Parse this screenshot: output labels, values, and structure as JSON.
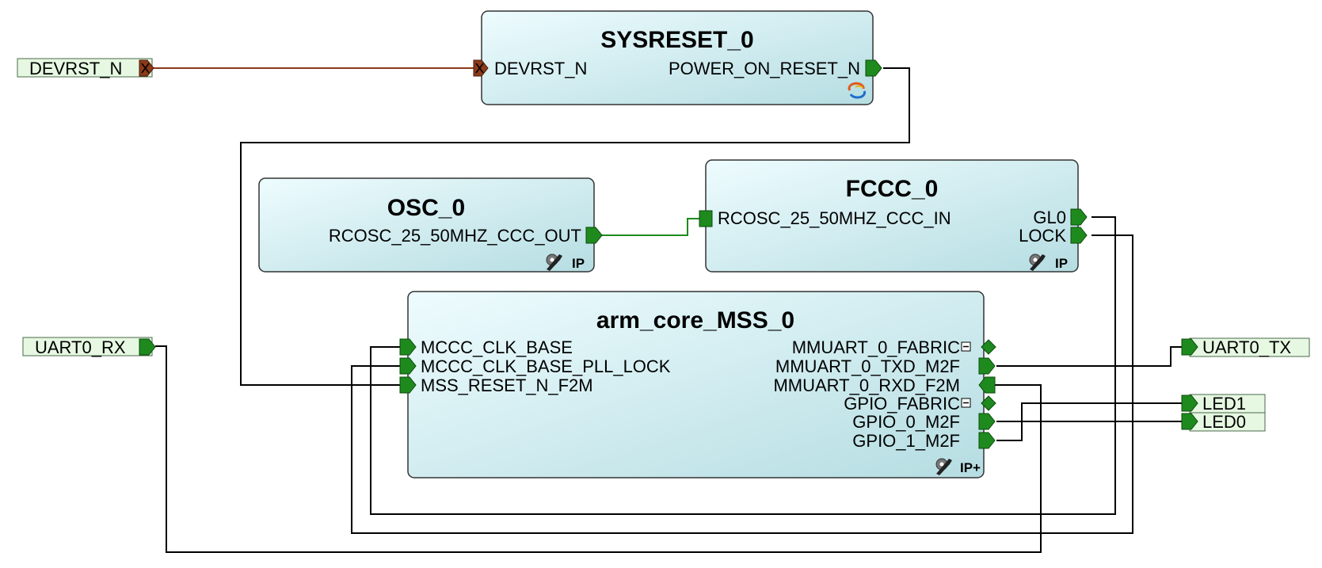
{
  "colors": {
    "block_fill_top": "#ebfbfd",
    "block_fill_bottom": "#b9e0e4",
    "pin_green": "#1e8a1e",
    "reset_pin": "#8b3a1a",
    "reset_wire": "#8b3a1a",
    "wire": "#000000",
    "green_wire": "#1e8a1e",
    "port_fill": "#e6f8e2"
  },
  "ports": {
    "devrst_n": "DEVRST_N",
    "uart0_rx": "UART0_RX",
    "uart0_tx": "UART0_TX",
    "led1": "LED1",
    "led0": "LED0"
  },
  "blocks": {
    "sysreset": {
      "title": "SYSRESET_0",
      "pin_in": "DEVRST_N",
      "pin_out": "POWER_ON_RESET_N",
      "badge_icon": "microsemi-logo-icon"
    },
    "osc": {
      "title": "OSC_0",
      "pin_out": "RCOSC_25_50MHZ_CCC_OUT",
      "badge": "IP",
      "badge_icon": "wrench-gear-icon"
    },
    "fccc": {
      "title": "FCCC_0",
      "pin_in": "RCOSC_25_50MHZ_CCC_IN",
      "pin_gl0": "GL0",
      "pin_lock": "LOCK",
      "badge": "IP",
      "badge_icon": "wrench-gear-icon"
    },
    "mss": {
      "title": "arm_core_MSS_0",
      "left_pins": [
        "MCCC_CLK_BASE",
        "MCCC_CLK_BASE_PLL_LOCK",
        "MSS_RESET_N_F2M"
      ],
      "right_pins": [
        "MMUART_0_FABRIC",
        "MMUART_0_TXD_M2F",
        "MMUART_0_RXD_F2M",
        "GPIO_FABRIC",
        "GPIO_0_M2F",
        "GPIO_1_M2F"
      ],
      "badge": "IP+",
      "badge_icon": "wrench-gear-icon"
    }
  }
}
